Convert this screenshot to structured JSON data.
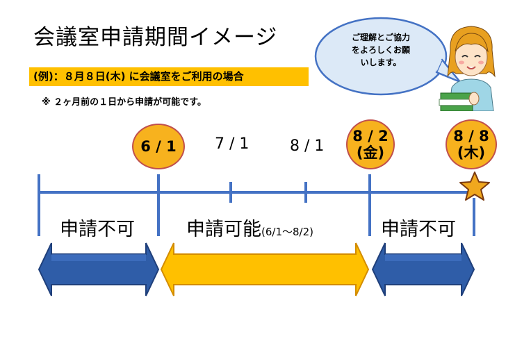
{
  "title": "会議室申請期間イメージ",
  "example_banner": "(例)：８月８日(木) に会議室をご利用の場合",
  "note": "※ ２ヶ月前の１日から申請が可能です。",
  "speech_bubble": {
    "lines": [
      "ご理解とご協力",
      "をよろしくお願",
      "いします。"
    ]
  },
  "timeline": {
    "dates": {
      "apply_start": "6 / 1",
      "month_jul": "7 / 1",
      "month_aug": "8 / 1",
      "apply_end_date": "8 / 2",
      "apply_end_day": "(金)",
      "use_date": "8 / 8",
      "use_day": "(木)"
    },
    "segments": {
      "before": "申請不可",
      "during": "申請可能",
      "during_range": "(6/1～8/2)",
      "after": "申請不可"
    }
  },
  "colors": {
    "timeline": "#4472c4",
    "arrow_blue": "#2f5da8",
    "arrow_yellow": "#ffc000",
    "circle_fill": "#f7b21e",
    "circle_border": "#c0504d",
    "banner": "#ffc000",
    "star": "#f0a81e"
  },
  "icons": [
    "star-icon",
    "woman-holding-books-illustration"
  ]
}
